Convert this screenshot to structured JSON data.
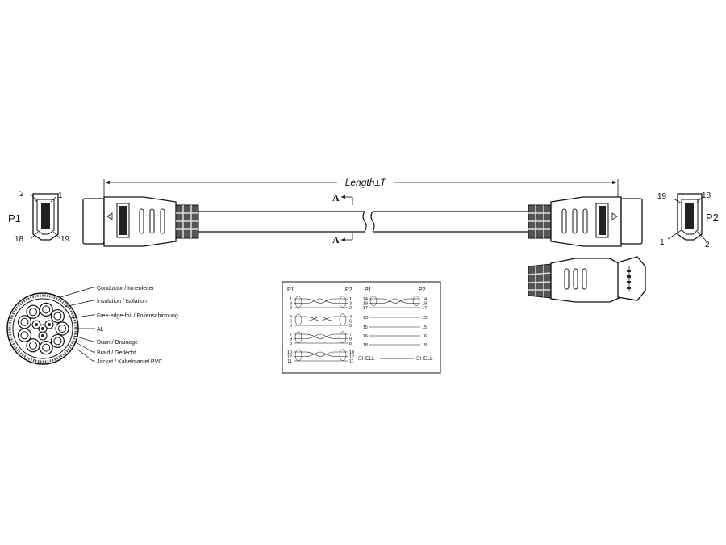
{
  "dimension": {
    "length_label": "Length±T",
    "section_mark": "A"
  },
  "connectors": {
    "p1": {
      "label": "P1",
      "pins": {
        "top_left": "2",
        "top_right": "1",
        "bottom_left": "18",
        "bottom_right": "19"
      }
    },
    "p2": {
      "label": "P2",
      "pins": {
        "top_left": "19",
        "top_right": "18",
        "bottom_left": "1",
        "bottom_right": "2"
      }
    }
  },
  "cross_section": {
    "labels": [
      "Conductor / Innenleiter",
      "Insulation / Isolation",
      "Free-edge-foil / Folienschirmung",
      "AL",
      "Drain / Drainage",
      "Braid / Geflecht",
      "Jacket / Kabelmantel PVC"
    ]
  },
  "wiring": {
    "left": {
      "header_p1": "P1",
      "header_p2": "P2",
      "pins": [
        "1",
        "3",
        "2",
        "4",
        "6",
        "5",
        "7",
        "9",
        "8",
        "10",
        "12",
        "11"
      ]
    },
    "right": {
      "header_p1": "P1",
      "header_p2": "P2",
      "pins": [
        "14",
        "19",
        "17",
        "13",
        "15",
        "16",
        "18"
      ],
      "shell_left": "SHELL",
      "shell_right": "SHELL"
    }
  }
}
